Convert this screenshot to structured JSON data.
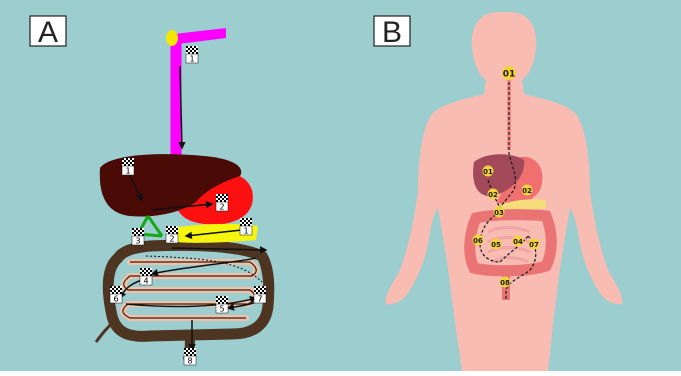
{
  "panels": {
    "a": {
      "label": "A"
    },
    "b": {
      "label": "B"
    }
  },
  "panel_a_markers": [
    "1",
    "1",
    "2",
    "3",
    "2",
    "1",
    "4",
    "6",
    "7",
    "5",
    "8"
  ],
  "panel_b_markers": [
    "01",
    "01",
    "02",
    "02",
    "03",
    "06",
    "05",
    "04",
    "07",
    "08"
  ],
  "colors": {
    "background": "#9ccdcf",
    "esophagus": "#ff00ff",
    "liver": "#4a0a06",
    "stomach": "#ff1010",
    "gallbladder": "#17a617",
    "pancreas": "#f5f50e",
    "large_intestine": "#4d3522",
    "small_intestine": "#f1c0a8",
    "body_silhouette": "#f8bcb3",
    "marker_fill": "#f4d23c"
  }
}
